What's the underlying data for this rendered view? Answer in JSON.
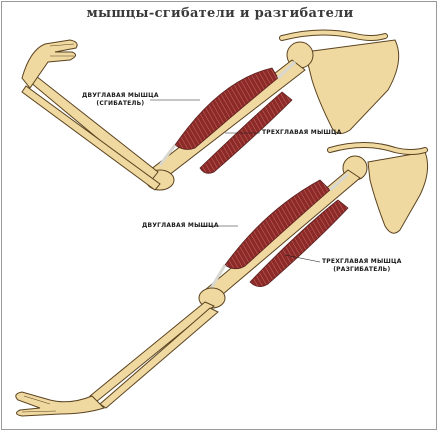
{
  "title": "мышцы-сгибатели и разгибатели",
  "upper_figure": {
    "biceps_label_line1": "ДВУГЛАВАЯ МЫШЦА",
    "biceps_label_line2": "(СГИБАТЕЛЬ)",
    "triceps_label": "ТРЕХГЛАВАЯ МЫШЦА"
  },
  "lower_figure": {
    "biceps_label": "ДВУГЛАВАЯ МЫШЦА",
    "triceps_label_line1": "ТРЕХГЛАВАЯ МЫШЦА",
    "triceps_label_line2": "(РАЗГИБАТЕЛЬ)"
  },
  "colors": {
    "bone": "#f0d9a0",
    "bone_outline": "#5a4320",
    "muscle": "#8c2a2a",
    "muscle_stripe": "#c86a5a",
    "tendon": "#e8e8e0"
  }
}
